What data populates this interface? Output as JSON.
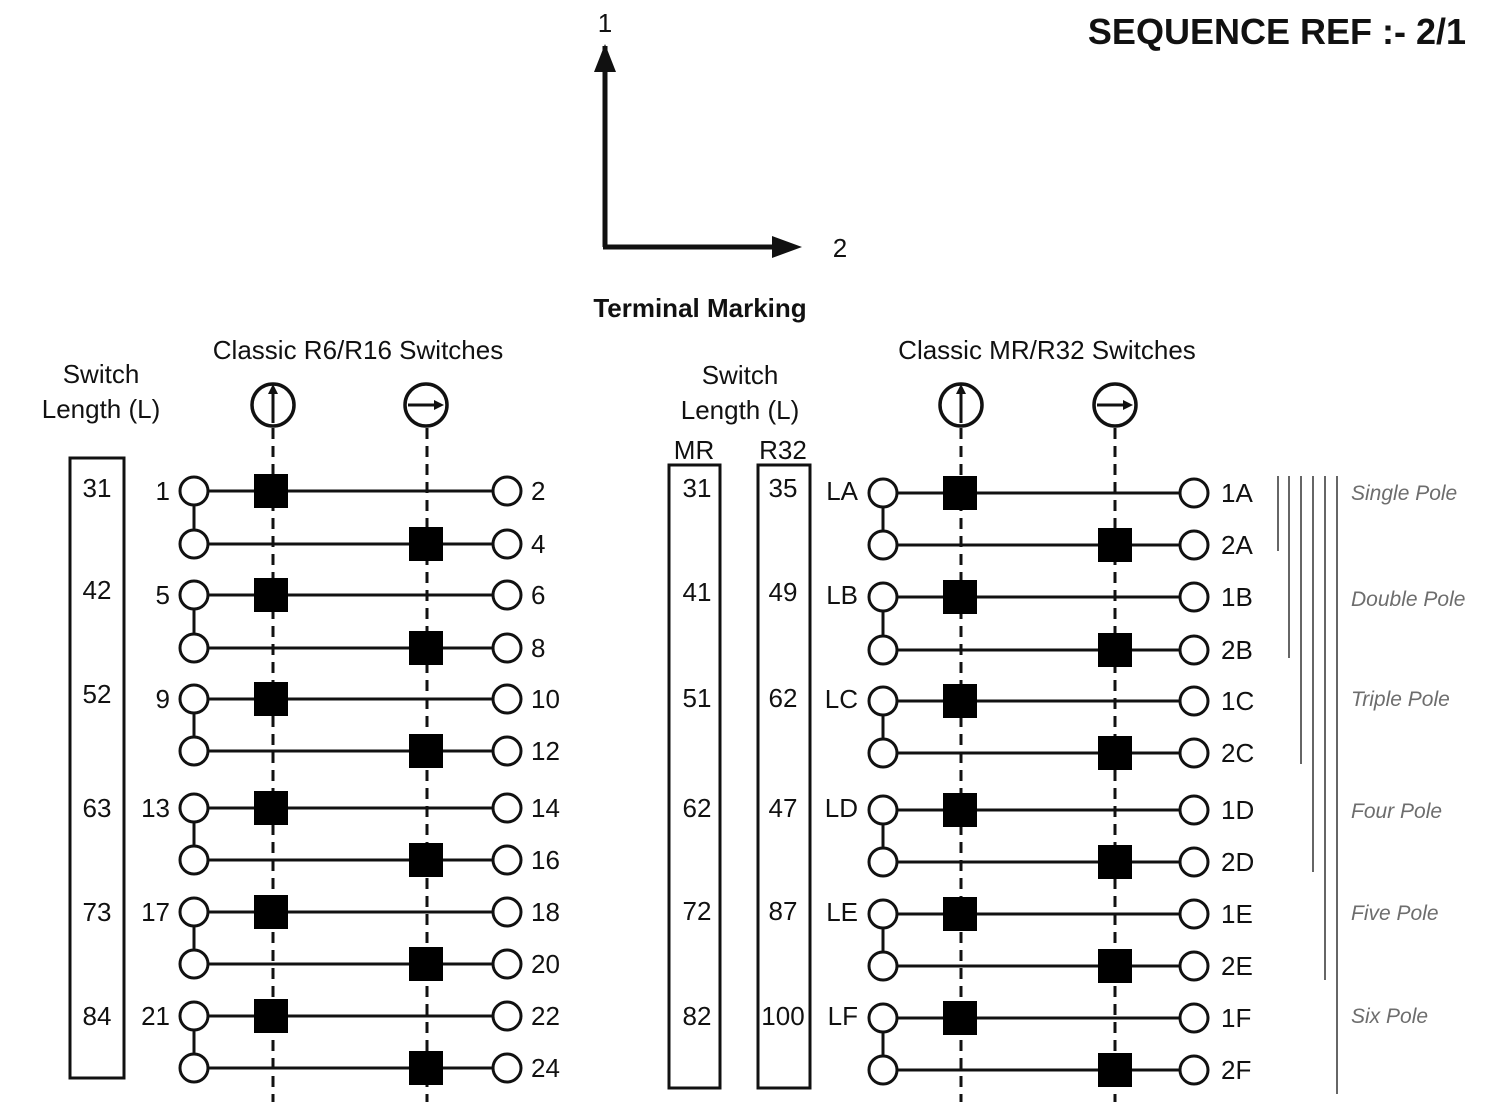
{
  "header": {
    "sequence_ref": "SEQUENCE  REF :- 2/1",
    "axis_vertical_label": "1",
    "axis_horizontal_label": "2",
    "terminal_marking": "Terminal Marking"
  },
  "left_panel": {
    "title": "Classic R6/R16 Switches",
    "length_label_line1": "Switch",
    "length_label_line2": "Length (L)",
    "lengths": [
      "31",
      "42",
      "52",
      "63",
      "73",
      "84"
    ],
    "terminals_in": [
      "1",
      "5",
      "9",
      "13",
      "17",
      "21"
    ],
    "terminals_out": [
      "2",
      "4",
      "6",
      "8",
      "10",
      "12",
      "14",
      "16",
      "18",
      "20",
      "22",
      "24"
    ]
  },
  "right_panel": {
    "title": "Classic MR/R32 Switches",
    "length_label_line1": "Switch",
    "length_label_line2": "Length (L)",
    "col_mr": "MR",
    "col_r32": "R32",
    "lengths_mr": [
      "31",
      "41",
      "51",
      "62",
      "72",
      "82"
    ],
    "lengths_r32": [
      "35",
      "49",
      "62",
      "47",
      "87",
      "100"
    ],
    "terminals_in": [
      "LA",
      "LB",
      "LC",
      "LD",
      "LE",
      "LF"
    ],
    "terminals_out": [
      "1A",
      "2A",
      "1B",
      "2B",
      "1C",
      "2C",
      "1D",
      "2D",
      "1E",
      "2E",
      "1F",
      "2F"
    ],
    "poles": [
      "Single Pole",
      "Double Pole",
      "Triple Pole",
      "Four Pole",
      "Five Pole",
      "Six Pole"
    ]
  }
}
